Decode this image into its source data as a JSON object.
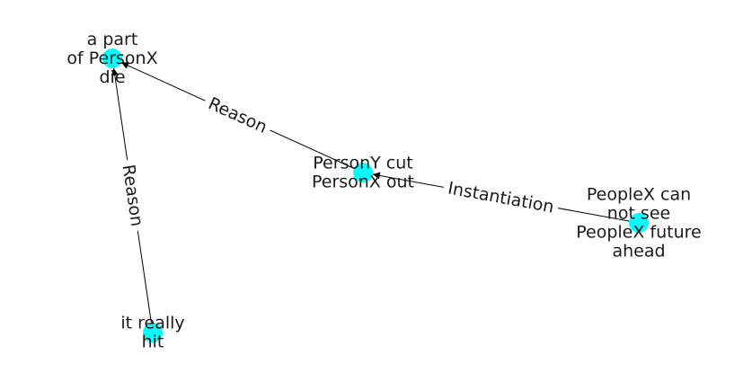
{
  "graph": {
    "node_color": "#00ffff",
    "edge_color": "#000000",
    "nodes": [
      {
        "id": "n1",
        "label_lines": [
          "a part",
          "of PersonX",
          "die"
        ]
      },
      {
        "id": "n2",
        "label_lines": [
          "PersonY cut",
          "PersonX out"
        ]
      },
      {
        "id": "n3",
        "label_lines": [
          "PeopleX can",
          "not see",
          "PeopleX future",
          "ahead"
        ]
      },
      {
        "id": "n4",
        "label_lines": [
          "it really",
          "hit"
        ]
      }
    ],
    "edges": [
      {
        "from": "n2",
        "to": "n1",
        "label": "Reason"
      },
      {
        "from": "n3",
        "to": "n2",
        "label": "Instantiation"
      },
      {
        "from": "n4",
        "to": "n1",
        "label": "Reason"
      }
    ]
  }
}
